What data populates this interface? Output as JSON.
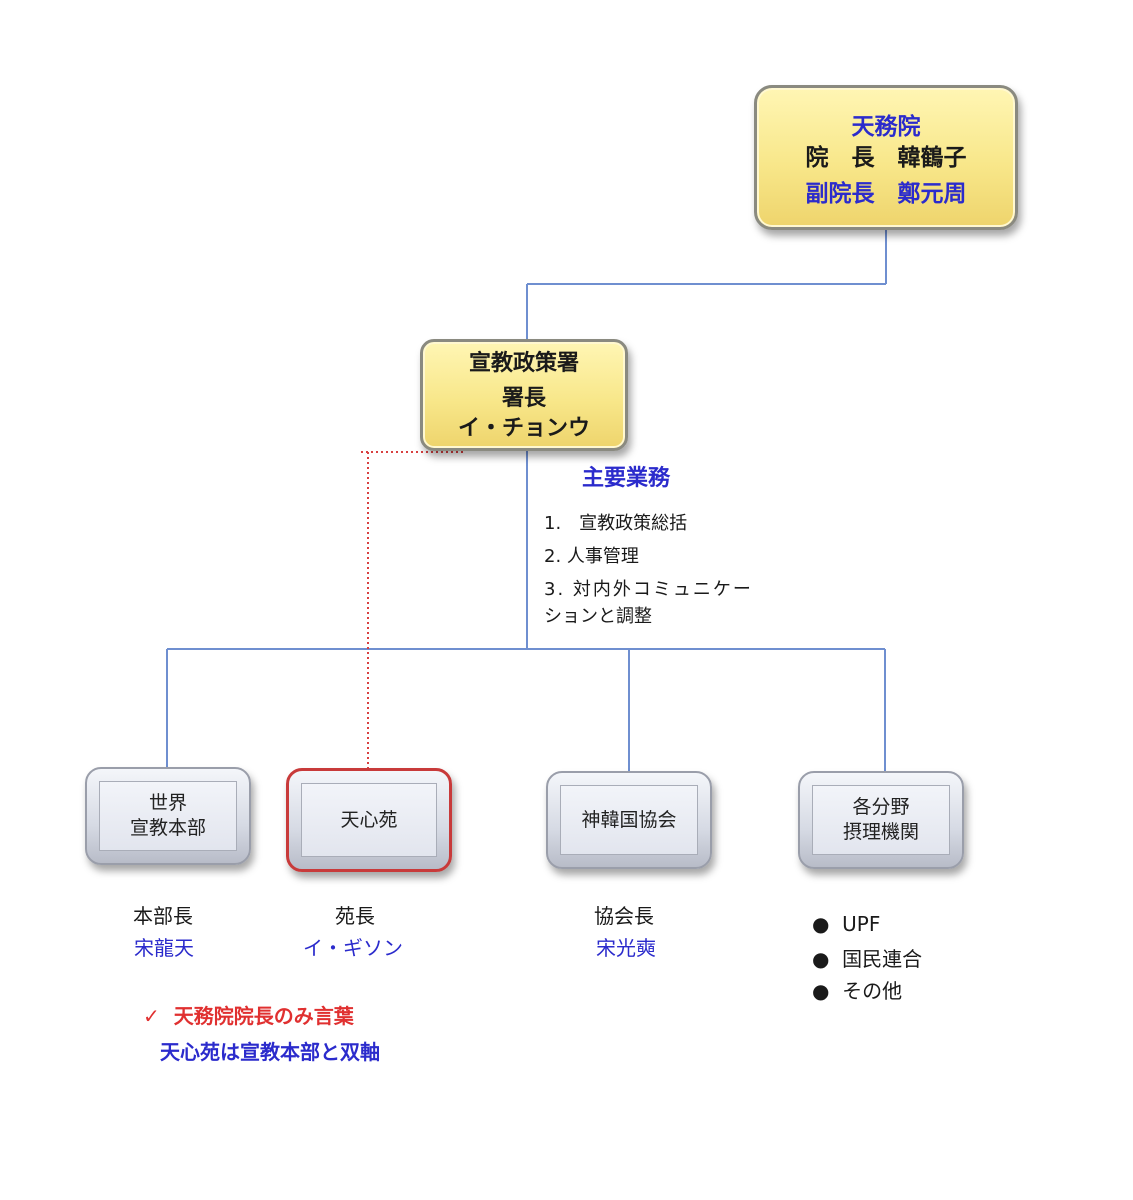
{
  "top_box": {
    "name": "天務院",
    "line2": "院　長　韓鶴子",
    "line3": "副院長　鄭元周"
  },
  "middle_box": {
    "name": "宣教政策署",
    "title": "署長",
    "person": "イ・チョンウ"
  },
  "duties": {
    "heading": "主要業務",
    "items": [
      "1.　宣教政策総括",
      "2.  人事管理",
      "3.  対内外コミュニケー",
      "ションと調整"
    ]
  },
  "units": [
    {
      "name_l1": "世界",
      "name_l2": "宣教本部",
      "title": "本部長",
      "person": "宋龍天"
    },
    {
      "name_l1": "天心苑",
      "title": "苑長",
      "person": "イ・ギソン"
    },
    {
      "name_l1": "神韓国協会",
      "title": "協会長",
      "person": "宋光奭"
    },
    {
      "name_l1": "各分野",
      "name_l2": "摂理機関"
    }
  ],
  "bullets": [
    "UPF",
    "国民連合",
    "その他"
  ],
  "notes": {
    "check_mark": "✓",
    "note1": "天務院院長のみ言葉",
    "note2": "天心苑は宣教本部と双軸"
  },
  "colors": {
    "line": "#6f8fd0",
    "dotted": "#d84040",
    "blue_text": "#2b2bcc",
    "red_text": "#e03030"
  }
}
